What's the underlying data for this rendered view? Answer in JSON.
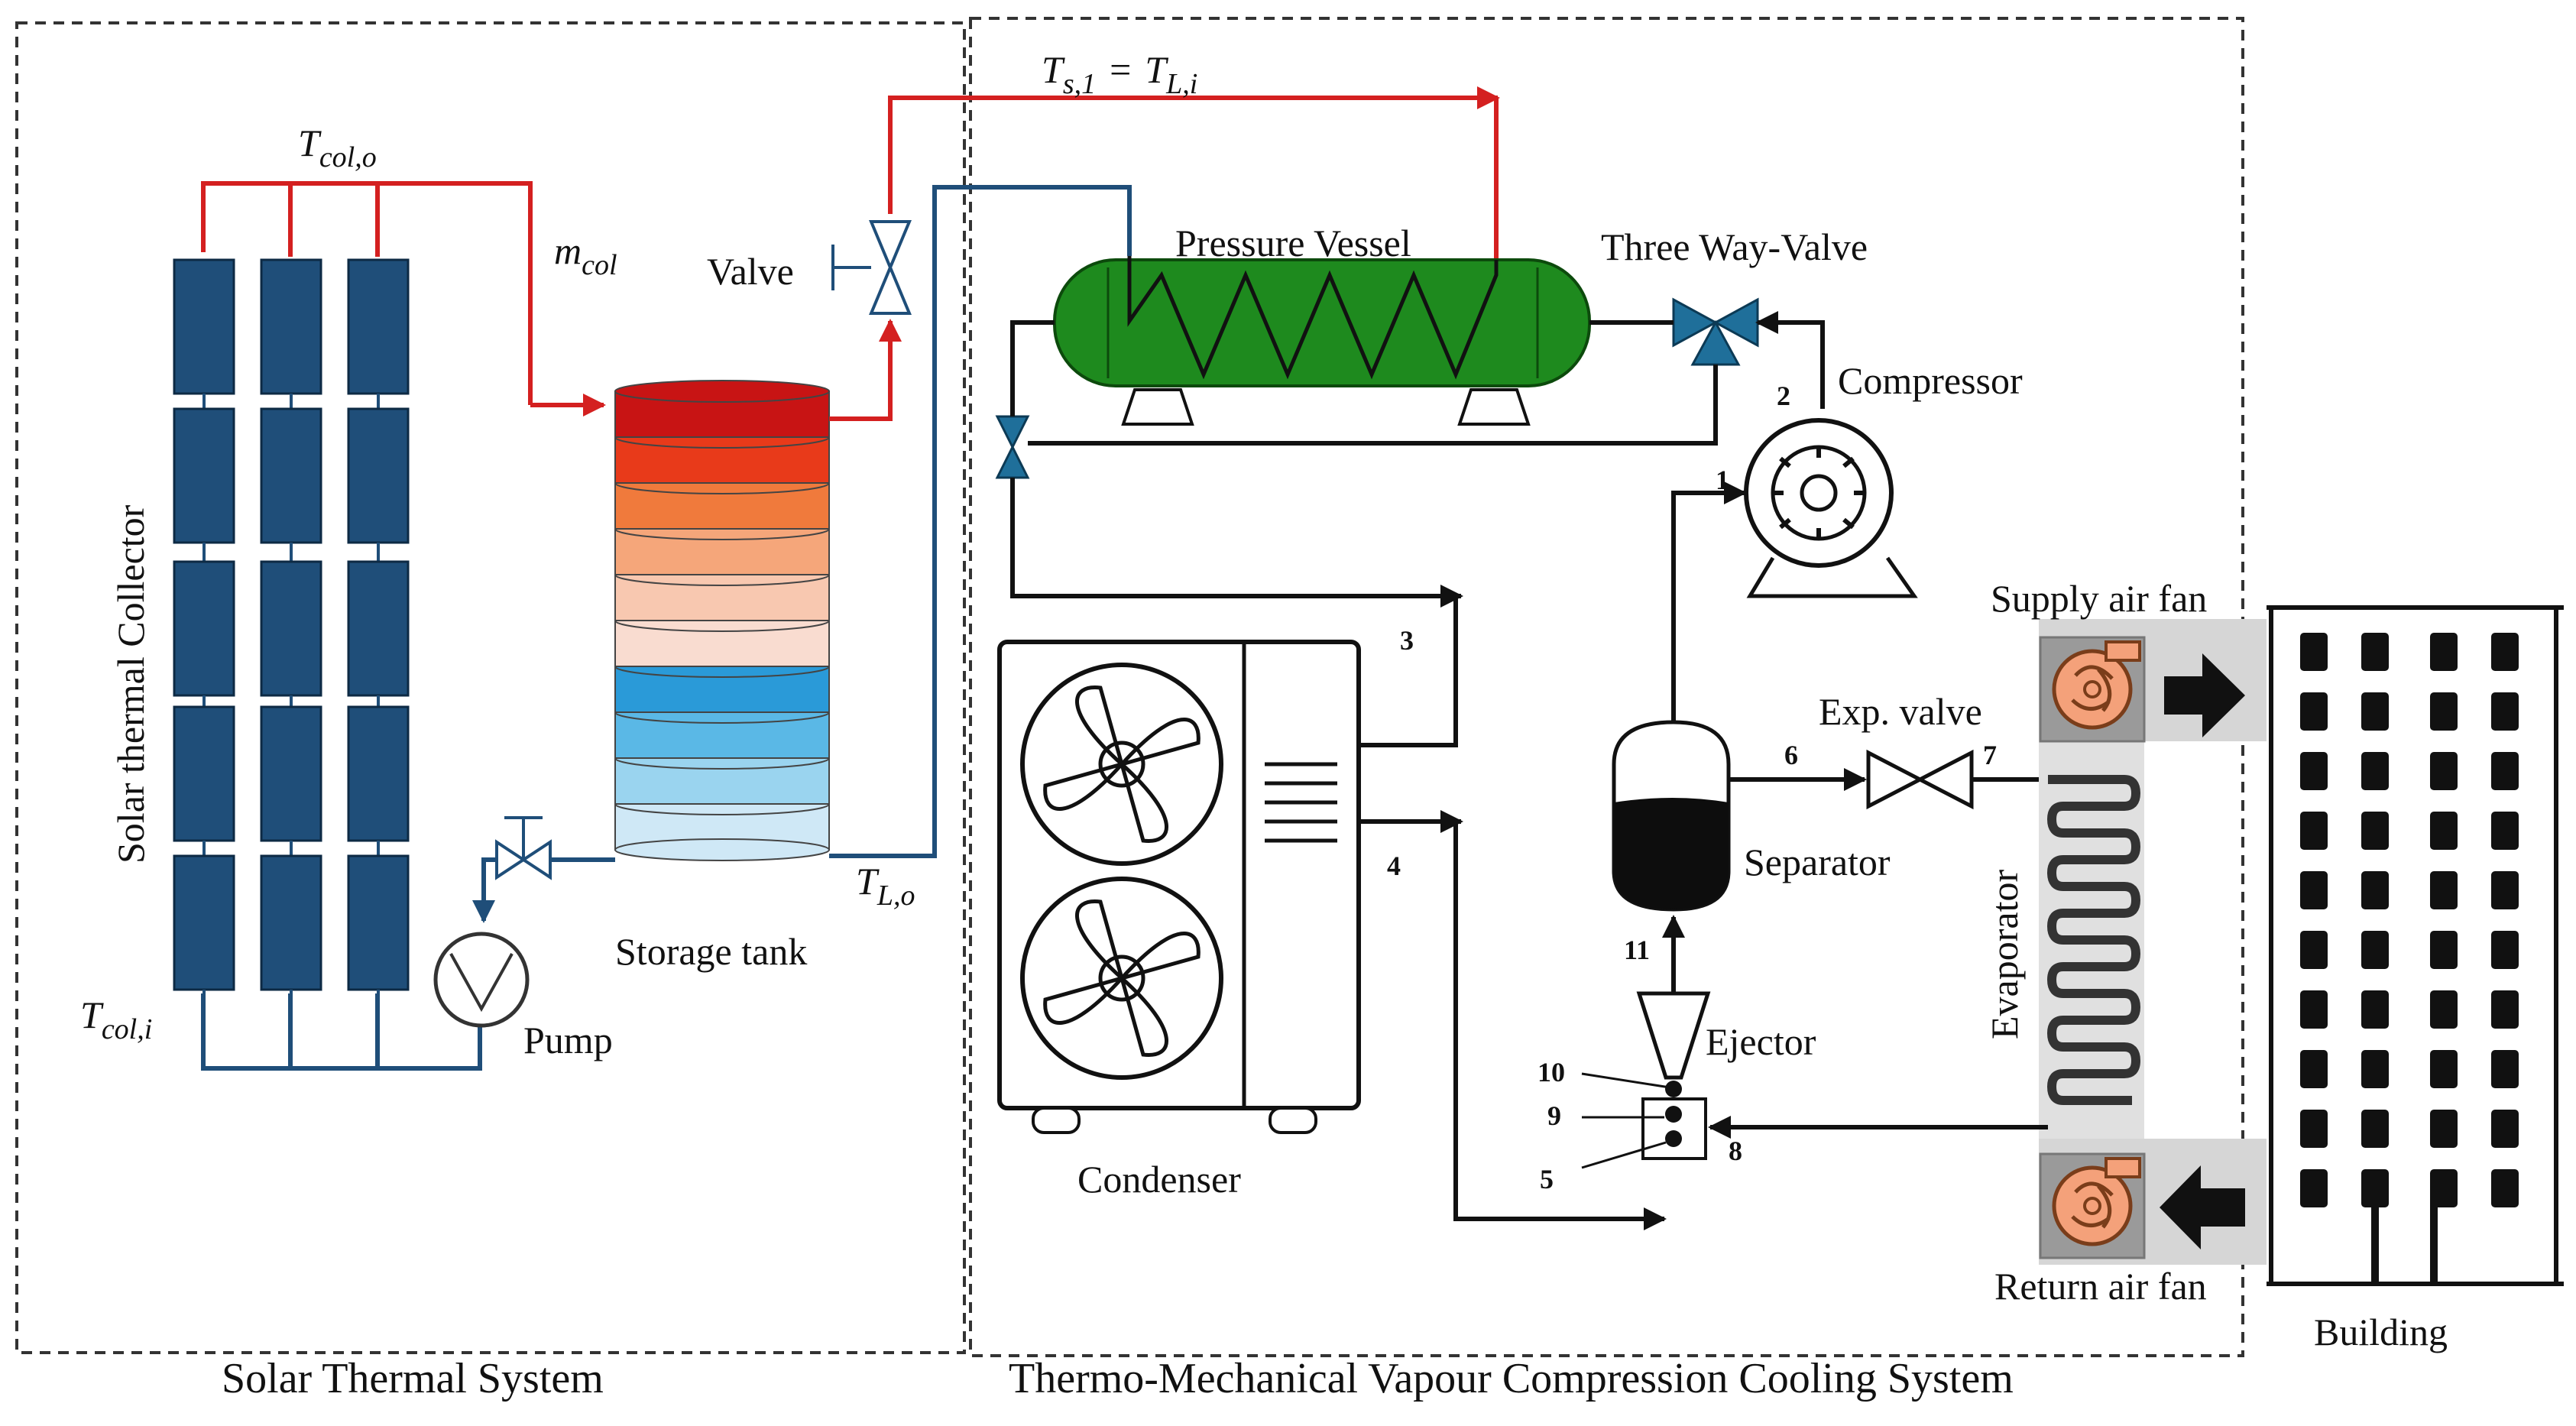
{
  "systems": {
    "solar": "Solar Thermal System",
    "cooling": "Thermo-Mechanical Vapour Compression Cooling System"
  },
  "labels": {
    "collector": "Solar thermal Collector",
    "valve": "Valve",
    "pressure_vessel": "Pressure Vessel",
    "three_way_valve": "Three Way-Valve",
    "compressor": "Compressor",
    "supply_fan": "Supply air fan",
    "exp_valve": "Exp. valve",
    "separator": "Separator",
    "evaporator": "Evaporator",
    "ejector": "Ejector",
    "condenser": "Condenser",
    "return_fan": "Return air fan",
    "building": "Building",
    "storage_tank": "Storage tank",
    "pump": "Pump"
  },
  "math_labels": {
    "t_col_o": "T",
    "t_col_o_sub": "col,o",
    "m_col": "m",
    "m_col_sub": "col",
    "t_col_i": "T",
    "t_col_i_sub": "col,i",
    "t_l_o": "T",
    "t_l_o_sub": "L,o",
    "t_s1": "T",
    "t_s1_sub": "s,1",
    "eq": "=",
    "t_li": "T",
    "t_li_sub": "L,i"
  },
  "state_points": [
    "1",
    "2",
    "3",
    "4",
    "5",
    "6",
    "7",
    "8",
    "9",
    "10",
    "11"
  ],
  "colors": {
    "collector_panel": "#1f4e79",
    "hot_pipe": "#d42020",
    "cold_pipe": "#1f4e79",
    "vessel": "#1e8a1e",
    "valve_teal": "#1f6f9a",
    "fan_orange": "#f4a17a",
    "tank_layers": [
      "#c81414",
      "#e83a1a",
      "#f07a3c",
      "#f5a67a",
      "#f8c8b0",
      "#f9dcd0",
      "#2a9ad8",
      "#5ab8e6",
      "#9ad4ef",
      "#cfe8f6"
    ]
  },
  "icons": [
    "fan-icon",
    "compressor-icon",
    "pump-icon",
    "valve-icon",
    "three-way-valve-icon",
    "arrow-right-icon",
    "arrow-left-icon"
  ]
}
